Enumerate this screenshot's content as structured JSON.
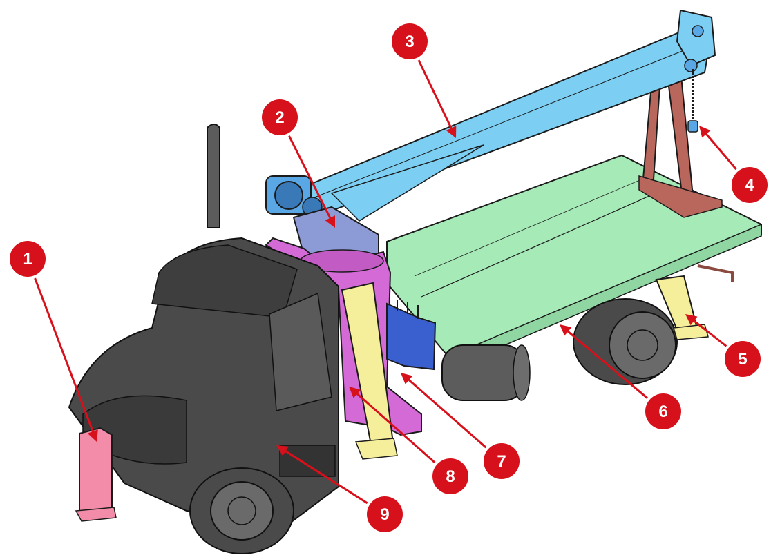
{
  "callouts": [
    {
      "number": "1",
      "part": "front-outrigger"
    },
    {
      "number": "2",
      "part": "crane-turret"
    },
    {
      "number": "3",
      "part": "boom"
    },
    {
      "number": "4",
      "part": "hook-block"
    },
    {
      "number": "5",
      "part": "rear-outrigger"
    },
    {
      "number": "6",
      "part": "flatbed-deck"
    },
    {
      "number": "7",
      "part": "hydraulic-control-valve"
    },
    {
      "number": "8",
      "part": "crane-base-outrigger"
    },
    {
      "number": "9",
      "part": "truck-cab"
    }
  ],
  "colors": {
    "callout_fill": "#d7111b",
    "callout_ring": "#ffffff",
    "leader_line": "#d7111b",
    "cab": "#4a4a4a",
    "boom": "#7ccff3",
    "turret": "#8c9ad6",
    "pedestal": "#d46ad6",
    "deck": "#a6eab8",
    "boom_rest": "#b9675d",
    "outrigger": "#f5ee9a",
    "front_outrigger": "#f28ca8",
    "valve_bank": "#3a5fcf",
    "hook": "#5aa7e6",
    "tank": "#5c5c5c"
  }
}
